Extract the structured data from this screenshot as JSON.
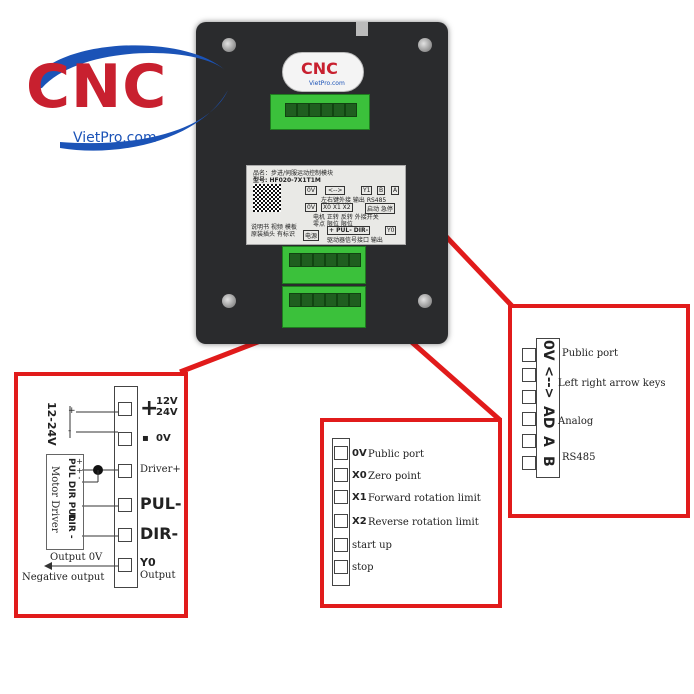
{
  "logo": {
    "brand": "CNC",
    "site": "VietPro.com"
  },
  "device_sticker": {
    "brand": "CNC",
    "site": "VietPro.com"
  },
  "device_label": {
    "line1": "品名：步进/伺服运动控制模块",
    "line2": "型号: HF020-7X1T1M",
    "row1_a": "0V",
    "row1_b": "<-->",
    "row1_c": "Y1",
    "row1_d": "B",
    "row1_e": "A",
    "row1_note": "左右键外接 输出 RS485",
    "row2_a": "0V",
    "row2_b": "X0 X1 X2",
    "row2_c": "启动 急停",
    "row2_note": "电机 正转 反转 外接开关",
    "row2_note2": "零点 限位 限位",
    "left_note": "说明书 视频 模板",
    "left_note2": "原装插头 有标识",
    "row3_a": "电源",
    "row3_b": "+ PUL- DIR-",
    "row3_c": "Y0",
    "row3_note": "驱动器信号接口 输出"
  },
  "left_panel": {
    "supply_label": "12-24V",
    "plus": "+",
    "minus": "-",
    "driver_pins": "PUL DIR PUL",
    "driver_signs": "+ + -",
    "driver_dir_minus": "DIR -",
    "motor_driver": "Motor Driver",
    "pin_plus": "+",
    "pin_12v": "12V",
    "pin_24v": "24V",
    "pin_0v_mark": "▪",
    "pin_0v": "0V",
    "pin_driver": "Driver+",
    "pin_pul": "PUL-",
    "pin_dir": "DIR-",
    "pin_y0": "Y0",
    "pin_output": "Output",
    "output_0v": "Output 0V",
    "negative_output": "Negative output"
  },
  "middle_panel": {
    "rows": [
      {
        "code": "0V",
        "desc": "Public port"
      },
      {
        "code": "X0",
        "desc": "Zero point"
      },
      {
        "code": "X1",
        "desc": "Forward rotation limit"
      },
      {
        "code": "X2",
        "desc": "Reverse rotation limit"
      },
      {
        "code": "",
        "desc": "start up"
      },
      {
        "code": "",
        "desc": "stop"
      }
    ]
  },
  "right_panel": {
    "codes": [
      "0V",
      "<-->",
      "AD",
      "A",
      "B"
    ],
    "desc_public": "Public port",
    "desc_arrow": "Left right arrow keys",
    "desc_analog": "Analog",
    "desc_rs485": "RS485"
  },
  "colors": {
    "accent_red": "#e11b1b",
    "logo_red": "#c8202f",
    "logo_blue": "#1b53b7",
    "terminal_green": "#3bc13b"
  }
}
